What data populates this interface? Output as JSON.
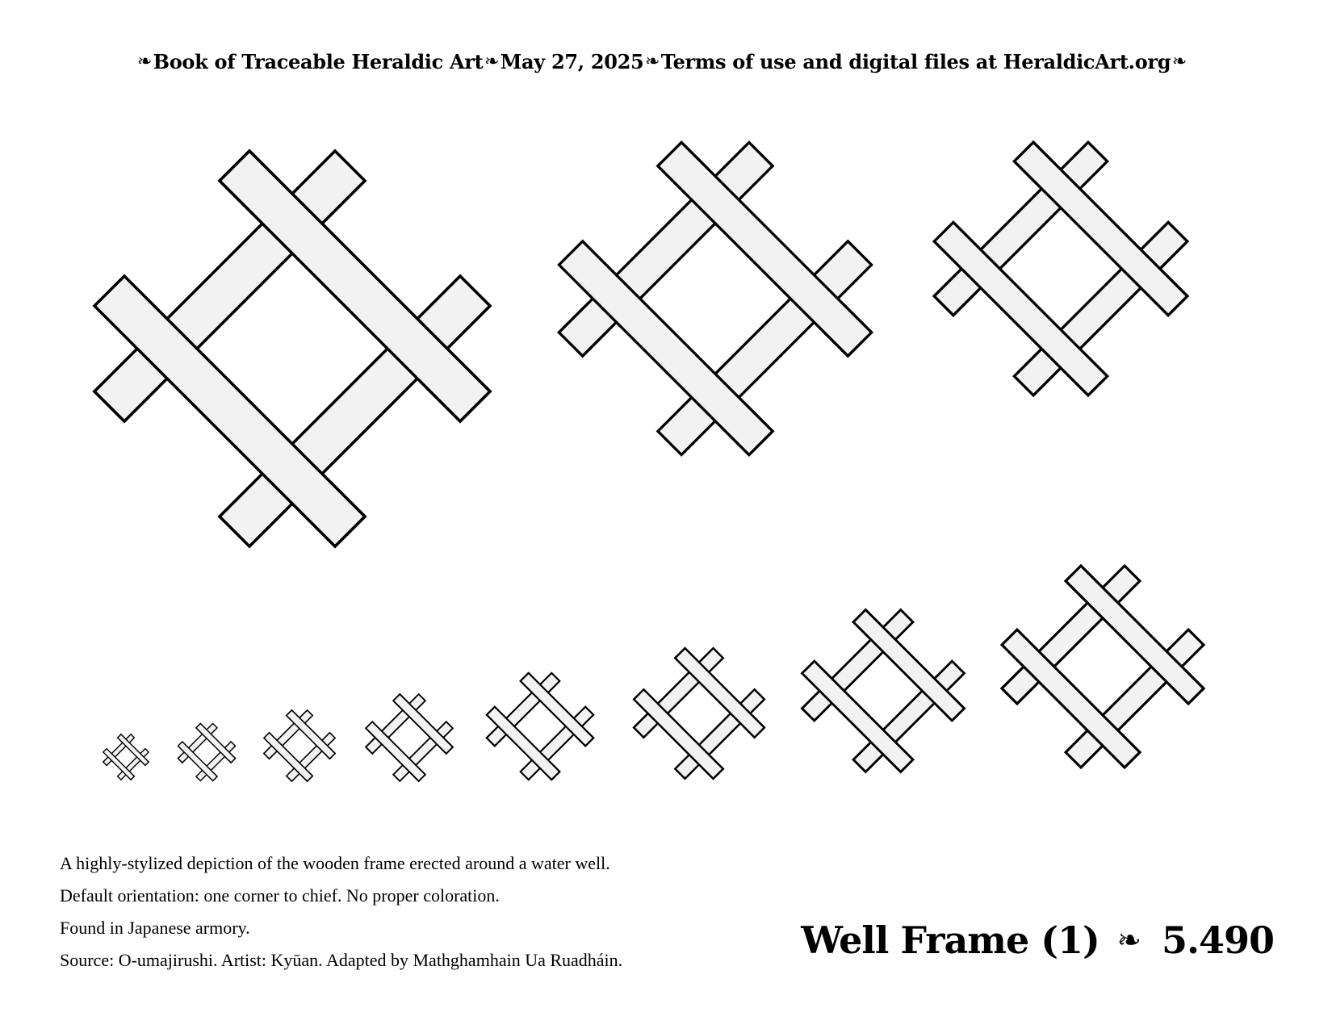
{
  "header": {
    "ornament": "❧",
    "book_title": "Book of Traceable Heraldic Art",
    "date": "May 27, 2025",
    "terms": "Terms of use and digital files at HeraldicArt.org"
  },
  "figure": {
    "subject": "well-frame",
    "variants_shown": 11,
    "fill_color": "#f2f2f2",
    "stroke_color": "#000000"
  },
  "description": {
    "line1": "A highly-stylized depiction of the wooden frame erected around a water well.",
    "line2": "Default orientation: one corner to chief. No proper coloration.",
    "line3": "Found in Japanese armory.",
    "line4": "Source: O-umajirushi. Artist: Kyūan. Adapted by Mathghamhain Ua Ruadháin."
  },
  "title": {
    "name": "Well Frame (1)",
    "ornament": "❧",
    "number": "5.490"
  }
}
